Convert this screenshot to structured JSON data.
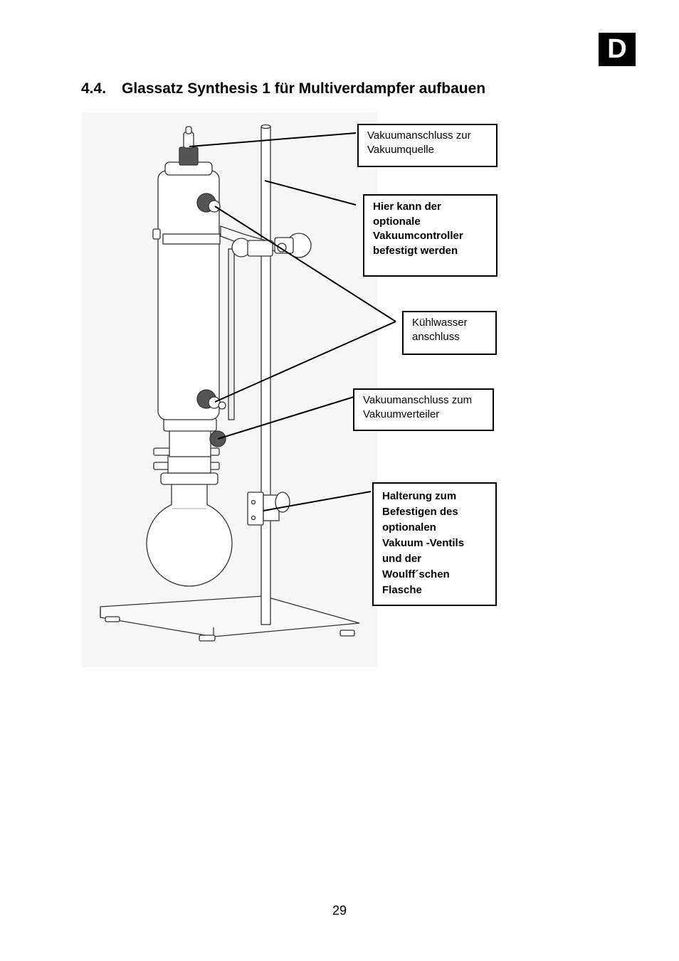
{
  "page": {
    "language_tab": "D",
    "page_number": "29"
  },
  "section": {
    "number": "4.4.",
    "title": "Glassatz Synthesis 1 für Multiverdampfer aufbauen"
  },
  "callouts": {
    "vacuum_source": {
      "line1": "Vakuumanschluss zur",
      "line2": "Vakuumquelle"
    },
    "controller": {
      "line1": "Hier kann  der",
      "line2": "optionale",
      "line3": "Vakuumcontroller",
      "line4": "befestigt werden"
    },
    "cooling_water": {
      "line1": "Kühlwasser",
      "line2": "anschluss"
    },
    "vacuum_distributor": {
      "line1": "Vakuumanschluss zum",
      "line2": "Vakuumverteiler"
    },
    "holder": {
      "line1": "Halterung zum",
      "line2": "Befestigen des",
      "line3": "optionalen",
      "line4": "Vakuum  -Ventils",
      "line5": "und der",
      "line6": "Woulff´schen",
      "line7": "Flasche"
    }
  },
  "colors": {
    "ink": "#000000",
    "line_art": "#333333",
    "glass_fill": "#ffffff"
  }
}
